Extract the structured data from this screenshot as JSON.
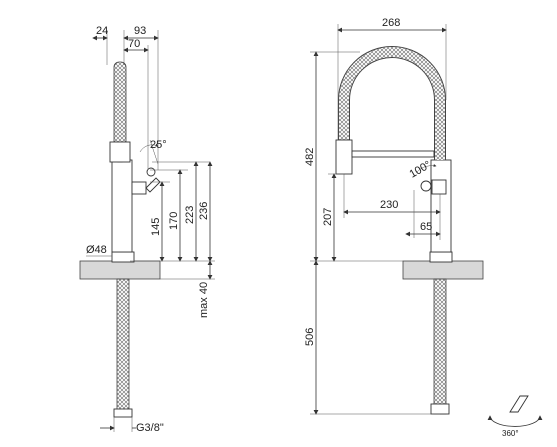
{
  "left_view": {
    "dim_24": "24",
    "dim_93": "93",
    "dim_70": "70",
    "angle_25": "25°",
    "dim_145": "145",
    "dim_170": "170",
    "dim_223": "223",
    "dim_236": "236",
    "diameter_48": "Ø48",
    "max_40": "max 40",
    "thread": "G3/8\""
  },
  "right_view": {
    "dim_268": "268",
    "dim_482": "482",
    "angle_100": "100°",
    "dim_207": "207",
    "dim_230": "230",
    "dim_65": "65",
    "dim_506": "506"
  },
  "rotation_icon": {
    "label": "360°"
  }
}
